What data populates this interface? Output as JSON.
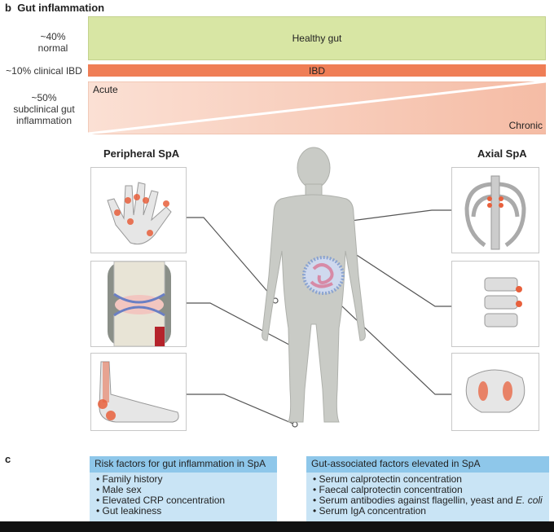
{
  "panel_b_label": "b",
  "panel_b_title": "Gut inflammation",
  "rows": {
    "normal_pct": "~40%",
    "normal_word": "normal",
    "ibd_label": "~10% clinical IBD",
    "sub_pct": "~50%",
    "sub_line1": "subclinical gut",
    "sub_line2": "inflammation"
  },
  "bars": {
    "healthy": "Healthy gut",
    "ibd": "IBD",
    "acute": "Acute",
    "chronic": "Chronic"
  },
  "peripheral_title": "Peripheral SpA",
  "axial_title": "Axial SpA",
  "panel_c_label": "c",
  "box_left": {
    "title": "Risk factors for gut inflammation in  SpA",
    "items": [
      "Family history",
      "Male sex",
      "Elevated CRP concentration",
      "Gut leakiness"
    ]
  },
  "box_right": {
    "title": "Gut-associated factors elevated in SpA",
    "items": [
      "Serum calprotectin concentration",
      "Faecal calprotectin concentration",
      "Serum antibodies against flagellin, yeast and",
      "E. coli",
      "Serum IgA concentration"
    ]
  },
  "colors": {
    "healthy": "#d8e6a4",
    "ibd": "#ef7e56",
    "subclinical": "#f7c8b3",
    "body": "#c9cbc6",
    "inflammation": "#e8603c",
    "box_fill": "#c9e4f5",
    "box_head": "#8ec7ea"
  }
}
